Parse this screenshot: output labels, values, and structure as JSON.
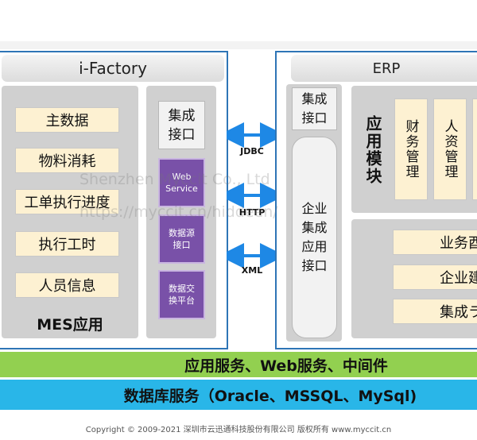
{
  "left": {
    "title": "i-Factory",
    "items": [
      "主数据",
      "物料消耗",
      "工单执行进度",
      "执行工时",
      "人员信息"
    ],
    "label": "MES应用",
    "interfaces": {
      "top": "集成接口",
      "web_service": "Web Service",
      "datasource": "数据源接口",
      "exchange": "数据交换平台"
    }
  },
  "right": {
    "title": "ERP",
    "integration_top": "集成接口",
    "integration_tall": "企业集成应用接口",
    "module_label": "应用模块",
    "modules": [
      "财务管理",
      "人资管理"
    ],
    "lower_items": [
      "业务酉",
      "企业建",
      "集成ラ"
    ]
  },
  "protocols": [
    "JDBC",
    "HTTP",
    "XML"
  ],
  "banners": {
    "green": "应用服务、Web服务、中间件",
    "blue": "数据库服务（Oracle、MSSQL、MySql)"
  },
  "watermark": {
    "line1": "Shenzhen Myccit Co., Ltd",
    "line2": "https://myccit.cn/hiddeen/"
  },
  "footer": "Copyright © 2009-2021 深圳市云迅通科技股份有限公司 版权所有 www.myccit.cn",
  "colors": {
    "panel_border": "#2e75b6",
    "purple": "#7951a8",
    "pill": "#fdf1d2",
    "green_banner": "#92d050",
    "blue_banner": "#29b6e8",
    "arrow": "#1e88e5"
  }
}
